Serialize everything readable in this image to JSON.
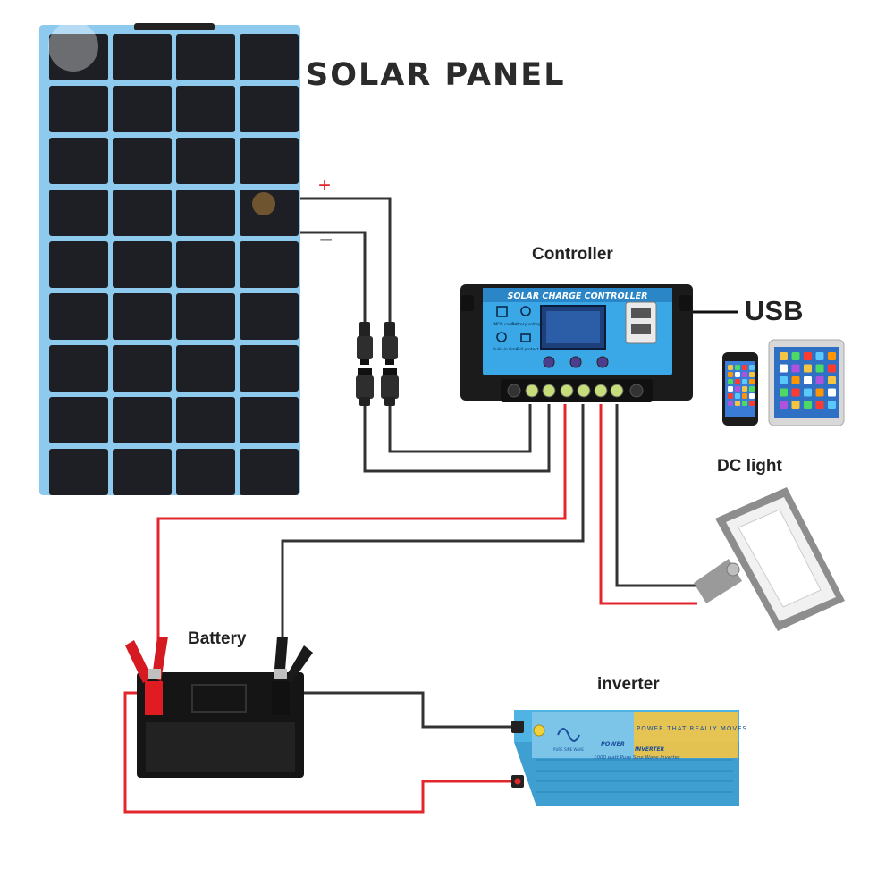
{
  "labels": {
    "solar_panel": "SOLAR  PANEL",
    "plus": "+",
    "minus": "−",
    "controller": "Controller",
    "usb": "USB",
    "dc_light": "DC light",
    "battery": "Battery",
    "inverter": "inverter"
  },
  "controller_device": {
    "face_title": "SOLAR CHARGE CONTROLLER",
    "icon_captions": [
      "MOS control",
      "Battery voltage",
      "Build-in timer",
      "Full protect"
    ]
  },
  "inverter_device": {
    "slogan": "POWER THAT REALLY MOVES",
    "brand": "POWER",
    "model": "INVERTER",
    "spec": "1000 watt Pure Sine Wave Inverter",
    "wave_caption": "PURE SINE WAVE"
  },
  "colors": {
    "wire_positive": "#e1262c",
    "wire_negative": "#333333",
    "panel_frame": "#8ec9ee",
    "panel_cell": "#1d1f24",
    "controller_face": "#3aa8e6",
    "inverter_body": "#4fb4e3"
  },
  "icons": [
    "solar-panel-icon",
    "charge-controller-icon",
    "smartphone-icon",
    "tablet-icon",
    "floodlight-icon",
    "battery-icon",
    "inverter-icon",
    "mc4-connector-icon"
  ]
}
